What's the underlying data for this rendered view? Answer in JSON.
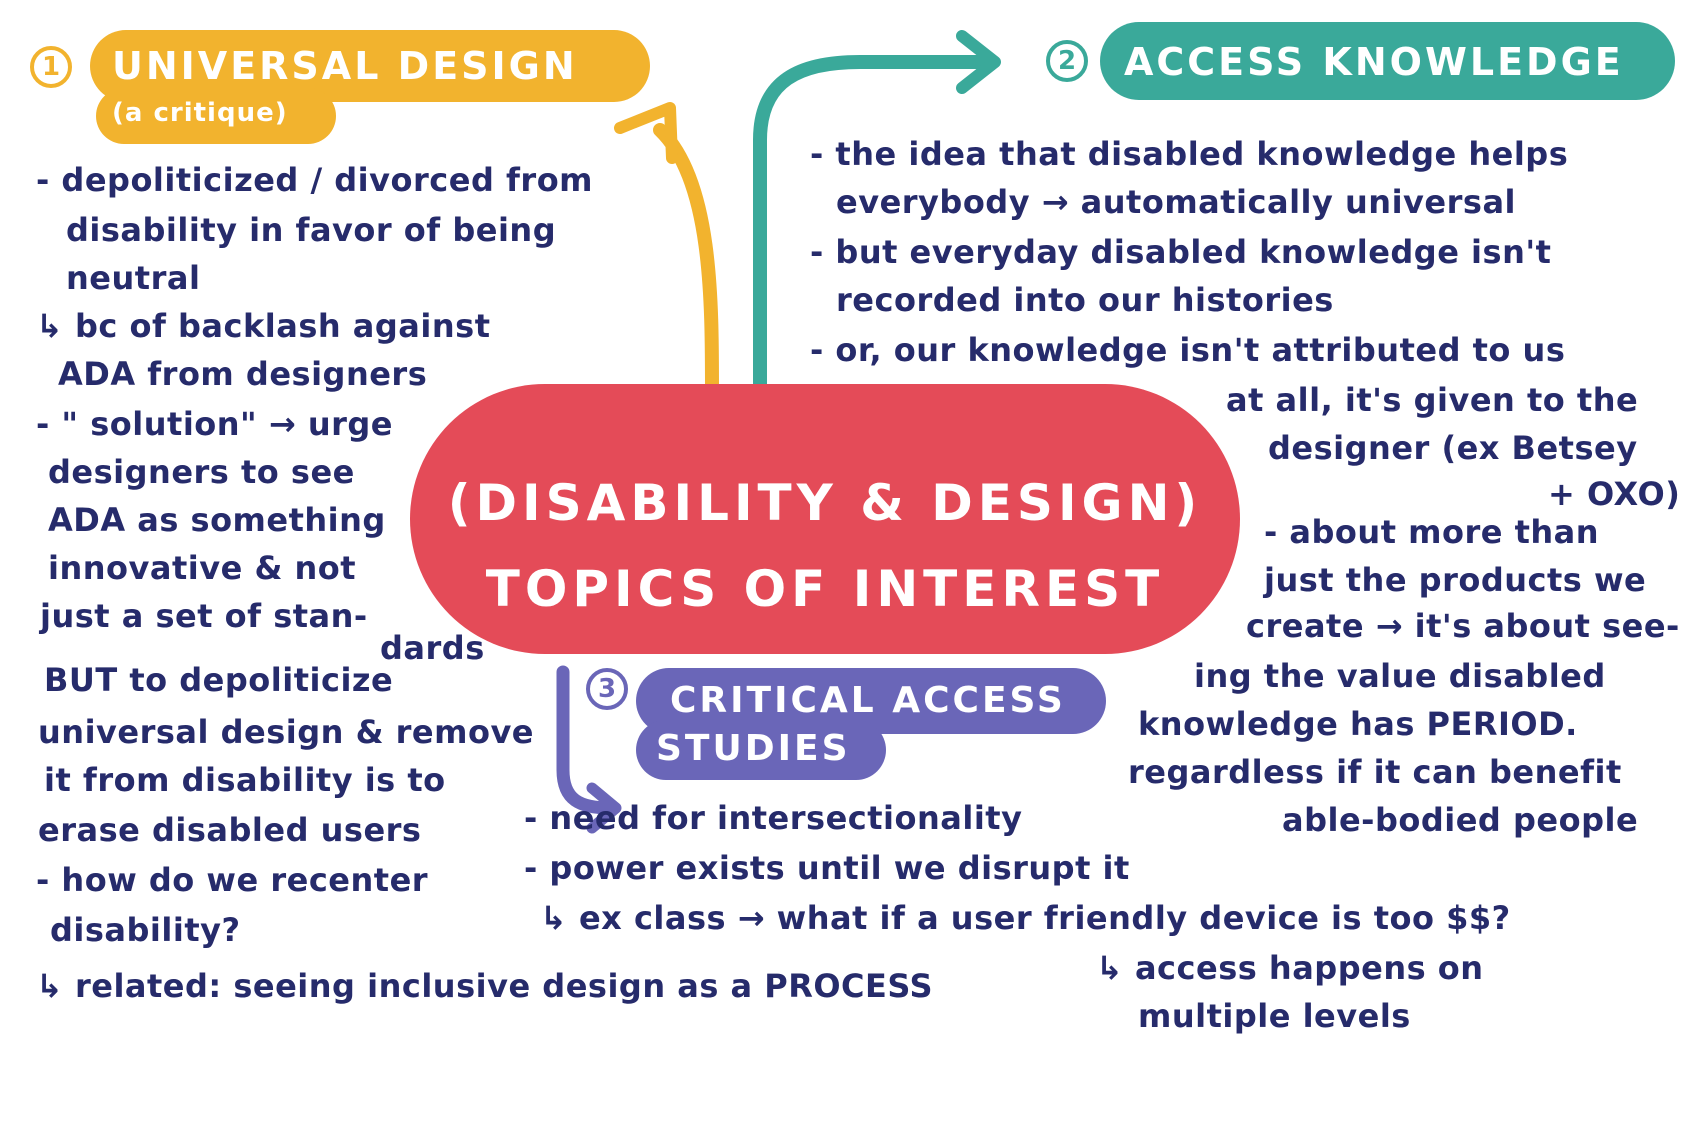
{
  "center": {
    "line1": "(DISABILITY & DESIGN)",
    "line2": "TOPICS OF INTEREST"
  },
  "colors": {
    "yellow": "#f2b32e",
    "teal": "#3aa99a",
    "purple": "#6a66b8",
    "red": "#e44b58",
    "ink": "#262b6b"
  },
  "section1": {
    "number": "1",
    "title": "UNIVERSAL DESIGN",
    "subtitle": "(a critique)",
    "lines": [
      "- depoliticized / divorced from",
      "disability in favor of being",
      "neutral",
      "↳ bc of backlash against",
      "ADA from designers",
      "- \" solution\" → urge",
      "designers to see",
      "ADA as something",
      "innovative & not",
      "just a set of stan-",
      "dards",
      "BUT to depoliticize",
      "universal design & remove",
      "it from disability is to",
      "erase disabled users",
      "- how do we recenter",
      "disability?",
      "↳ related: seeing inclusive design as a PROCESS"
    ]
  },
  "section2": {
    "number": "2",
    "title": "ACCESS KNOWLEDGE",
    "lines": [
      "- the idea that disabled knowledge helps",
      "everybody → automatically universal",
      "- but everyday disabled knowledge isn't",
      "recorded into our histories",
      "- or, our knowledge isn't attributed to us",
      "at all, it's given to the",
      "designer (ex Betsey",
      "+ OXO)",
      "- about more than",
      "just the products we",
      "create → it's about see-",
      "ing the value disabled",
      "knowledge has PERIOD.",
      "regardless if it can benefit",
      "able-bodied people"
    ]
  },
  "section3": {
    "number": "3",
    "title_line1": "CRITICAL ACCESS",
    "title_line2": "STUDIES",
    "lines": [
      "- need for intersectionality",
      "- power exists until we disrupt it",
      "↳ ex class → what if a user friendly device is too $$?",
      "↳ access happens on",
      "multiple levels"
    ]
  }
}
